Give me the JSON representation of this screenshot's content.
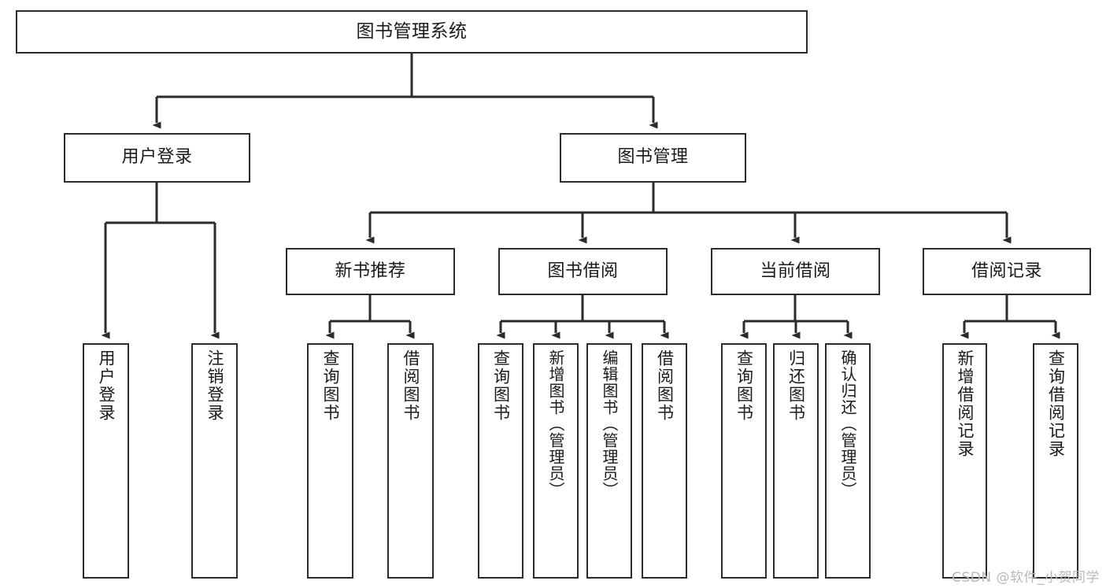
{
  "diagram": {
    "type": "tree-hierarchy",
    "title": "图书管理系统",
    "watermark": "CSDN @软件_小贺同学",
    "colors": {
      "border": "#2b2b2b",
      "background": "#ffffff",
      "text": "#1a1a1a",
      "watermark": "#b9b9b9"
    },
    "nodes": {
      "root": {
        "label": "图书管理系统",
        "level": 1
      },
      "level2": [
        {
          "id": "user-login",
          "label": "用户登录"
        },
        {
          "id": "book-management",
          "label": "图书管理"
        }
      ],
      "level3": [
        {
          "id": "new-book-recommend",
          "label": "新书推荐",
          "parent": "book-management"
        },
        {
          "id": "book-borrow",
          "label": "图书借阅",
          "parent": "book-management"
        },
        {
          "id": "current-borrow",
          "label": "当前借阅",
          "parent": "book-management"
        },
        {
          "id": "borrow-record",
          "label": "借阅记录",
          "parent": "book-management"
        }
      ],
      "leaves": {
        "user-login": [
          {
            "id": "leaf-user-login",
            "label": "用户登录"
          },
          {
            "id": "leaf-logout-login",
            "label": "注销登录"
          }
        ],
        "new-book-recommend": [
          {
            "id": "leaf-query-books-1",
            "label": "查询图书"
          },
          {
            "id": "leaf-borrow-books-1",
            "label": "借阅图书"
          }
        ],
        "book-borrow": [
          {
            "id": "leaf-query-books-2",
            "label": "查询图书"
          },
          {
            "id": "leaf-add-book",
            "label": "新增图书（管理员）"
          },
          {
            "id": "leaf-edit-book",
            "label": "编辑图书（管理员）"
          },
          {
            "id": "leaf-borrow-books-2",
            "label": "借阅图书"
          }
        ],
        "current-borrow": [
          {
            "id": "leaf-query-books-3",
            "label": "查询图书"
          },
          {
            "id": "leaf-return-book",
            "label": "归还图书"
          },
          {
            "id": "leaf-confirm-return",
            "label": "确认归还（管理员）"
          }
        ],
        "borrow-record": [
          {
            "id": "leaf-add-record",
            "label": "新增借阅记录"
          },
          {
            "id": "leaf-query-record",
            "label": "查询借阅记录"
          }
        ]
      }
    }
  }
}
